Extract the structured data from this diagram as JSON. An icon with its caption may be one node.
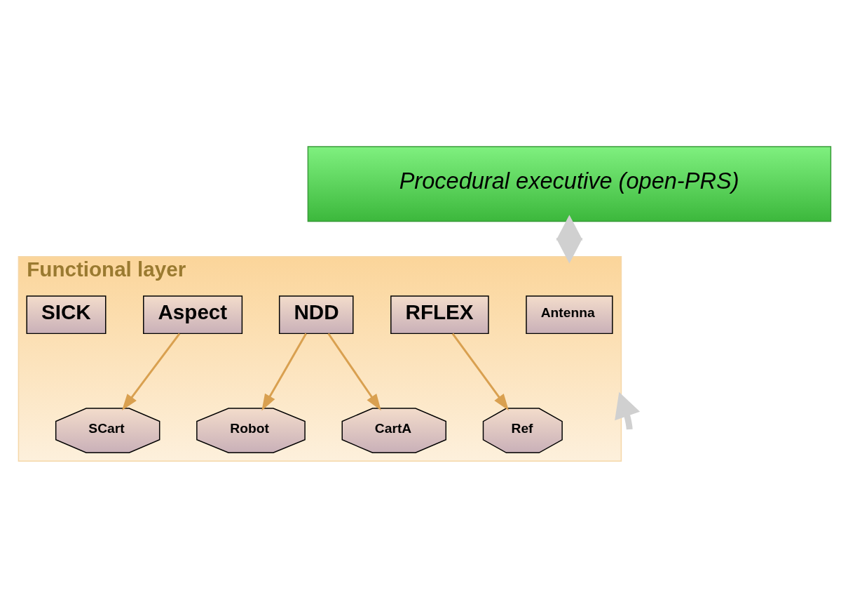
{
  "diagram": {
    "nodes": [
      {
        "text": [
          "Procedural executive (open-PRS)"
        ]
      },
      {
        "text": [
          "Functional layer"
        ]
      },
      {
        "text": [
          "Antenna"
        ],
        "in": 1
      },
      {
        "text": [
          "RFLEX"
        ],
        "in": 1
      },
      {
        "text": [
          "Robot"
        ],
        "in": 1
      },
      {
        "text": [
          "NDD"
        ],
        "in": 1
      },
      {
        "text": [
          "Ref"
        ],
        "in": 1
      },
      {
        "text": [
          "Aspect"
        ],
        "in": 1
      },
      {
        "text": [
          "CartA"
        ],
        "in": 1
      },
      {
        "text": [
          "SICK"
        ],
        "in": 1
      },
      {
        "text": [
          "SCart"
        ],
        "in": 1
      }
    ],
    "edges": [
      {
        "from": 0,
        "to": 1,
        "arrow": "both",
        "style": "thick",
        "color": "#d0d0d0"
      },
      {
        "from": 3,
        "to": 6,
        "arrow": "to"
      },
      {
        "from": 5,
        "to": 4,
        "arrow": "to"
      },
      {
        "from": 5,
        "to": 8,
        "arrow": "to"
      },
      {
        "from": 7,
        "to": 10,
        "arrow": "to"
      },
      {
        "from": null,
        "to": 1,
        "arrow": "to",
        "style": "thick",
        "color": "#d0d0d0"
      }
    ]
  }
}
